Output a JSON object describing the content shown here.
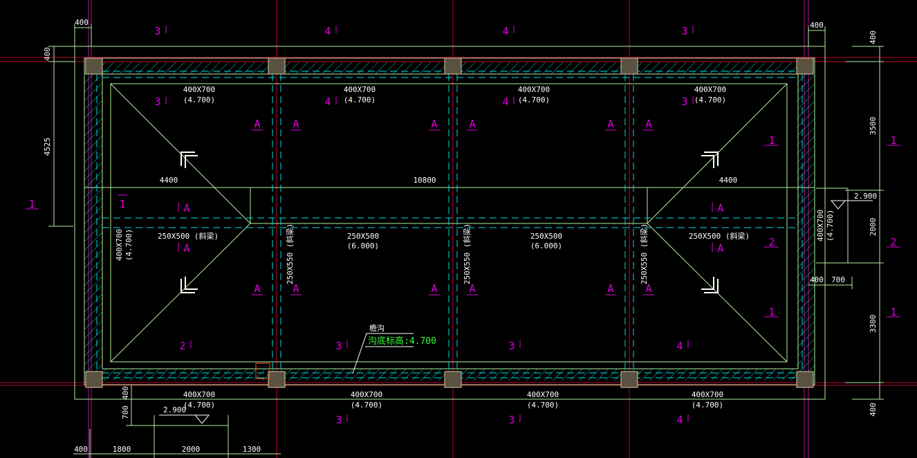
{
  "colors": {
    "background": "#000000",
    "axis": "#c00030",
    "grid_axis": "#a0208a",
    "outline": "#b6f0a0",
    "beam_dash": "#00e0e0",
    "text": "#ffffff",
    "section_mark": "#e000e0",
    "note": "#33ff33",
    "column": "#d8c8a0"
  },
  "top_beam_labels": [
    {
      "size": "400X700",
      "elev": "(4.700)"
    },
    {
      "size": "400X700",
      "elev": "(4.700)"
    },
    {
      "size": "400X700",
      "elev": "(4.700)"
    },
    {
      "size": "400X700",
      "elev": "(4.700)"
    }
  ],
  "bottom_beam_labels": [
    {
      "size": "400X700",
      "elev": "(4.700)"
    },
    {
      "size": "400X700",
      "elev": "(4.700)"
    },
    {
      "size": "400X700",
      "elev": "(4.700)"
    },
    {
      "size": "400X700",
      "elev": "(4.700)"
    }
  ],
  "side_beam_labels": {
    "left": {
      "size": "400X700",
      "elev": "(4.700)"
    },
    "right": {
      "size": "400X700",
      "elev": "(4.700)"
    }
  },
  "mid_beam_labels": [
    {
      "size": "250X500 (斜梁)",
      "elev": ""
    },
    {
      "size": "250X500",
      "elev": "(6.000)"
    },
    {
      "size": "250X500",
      "elev": "(6.000)"
    },
    {
      "size": "250X500 (斜梁)",
      "elev": ""
    }
  ],
  "vertical_beam_labels": [
    "250X550 (斜梁)",
    "250X550 (斜梁)",
    "250X550 (斜梁)"
  ],
  "section_marks_top": [
    "3",
    "4",
    "4",
    "3"
  ],
  "section_marks_inner_top": [
    "3",
    "4",
    "4",
    "3"
  ],
  "section_marks_bottom_inner": [
    "2",
    "3",
    "3",
    "4"
  ],
  "section_marks_bottom": [
    "3",
    "3",
    "4"
  ],
  "section_marks_right": [
    "1",
    "2",
    "1"
  ],
  "section_marks_right_inner": [
    "1",
    "2",
    "1"
  ],
  "section_marks_left": [
    "1",
    "1"
  ],
  "section_a": "A",
  "dims": {
    "d400_top_left": "400",
    "d400_top_right": "400",
    "d400_left": "400",
    "d4525": "4525",
    "d4400_left": "4400",
    "d10800": "10800",
    "d4400_right": "4400",
    "d400_right_top": "400",
    "d3500": "3500",
    "d2000_right": "2000",
    "d3300": "3300",
    "d400_right_bottom": "400",
    "d400_r": "400",
    "d700_r": "700",
    "d400_bottom_left": "400",
    "d700_bottom_left": "700",
    "b400": "400",
    "b1800": "1800",
    "b2000": "2000",
    "b1300": "1300"
  },
  "elevation_marks": {
    "right": "2.900",
    "bottom": "2.900"
  },
  "note": {
    "line1": "檐沟",
    "line2": "沟底标高:4.700"
  }
}
